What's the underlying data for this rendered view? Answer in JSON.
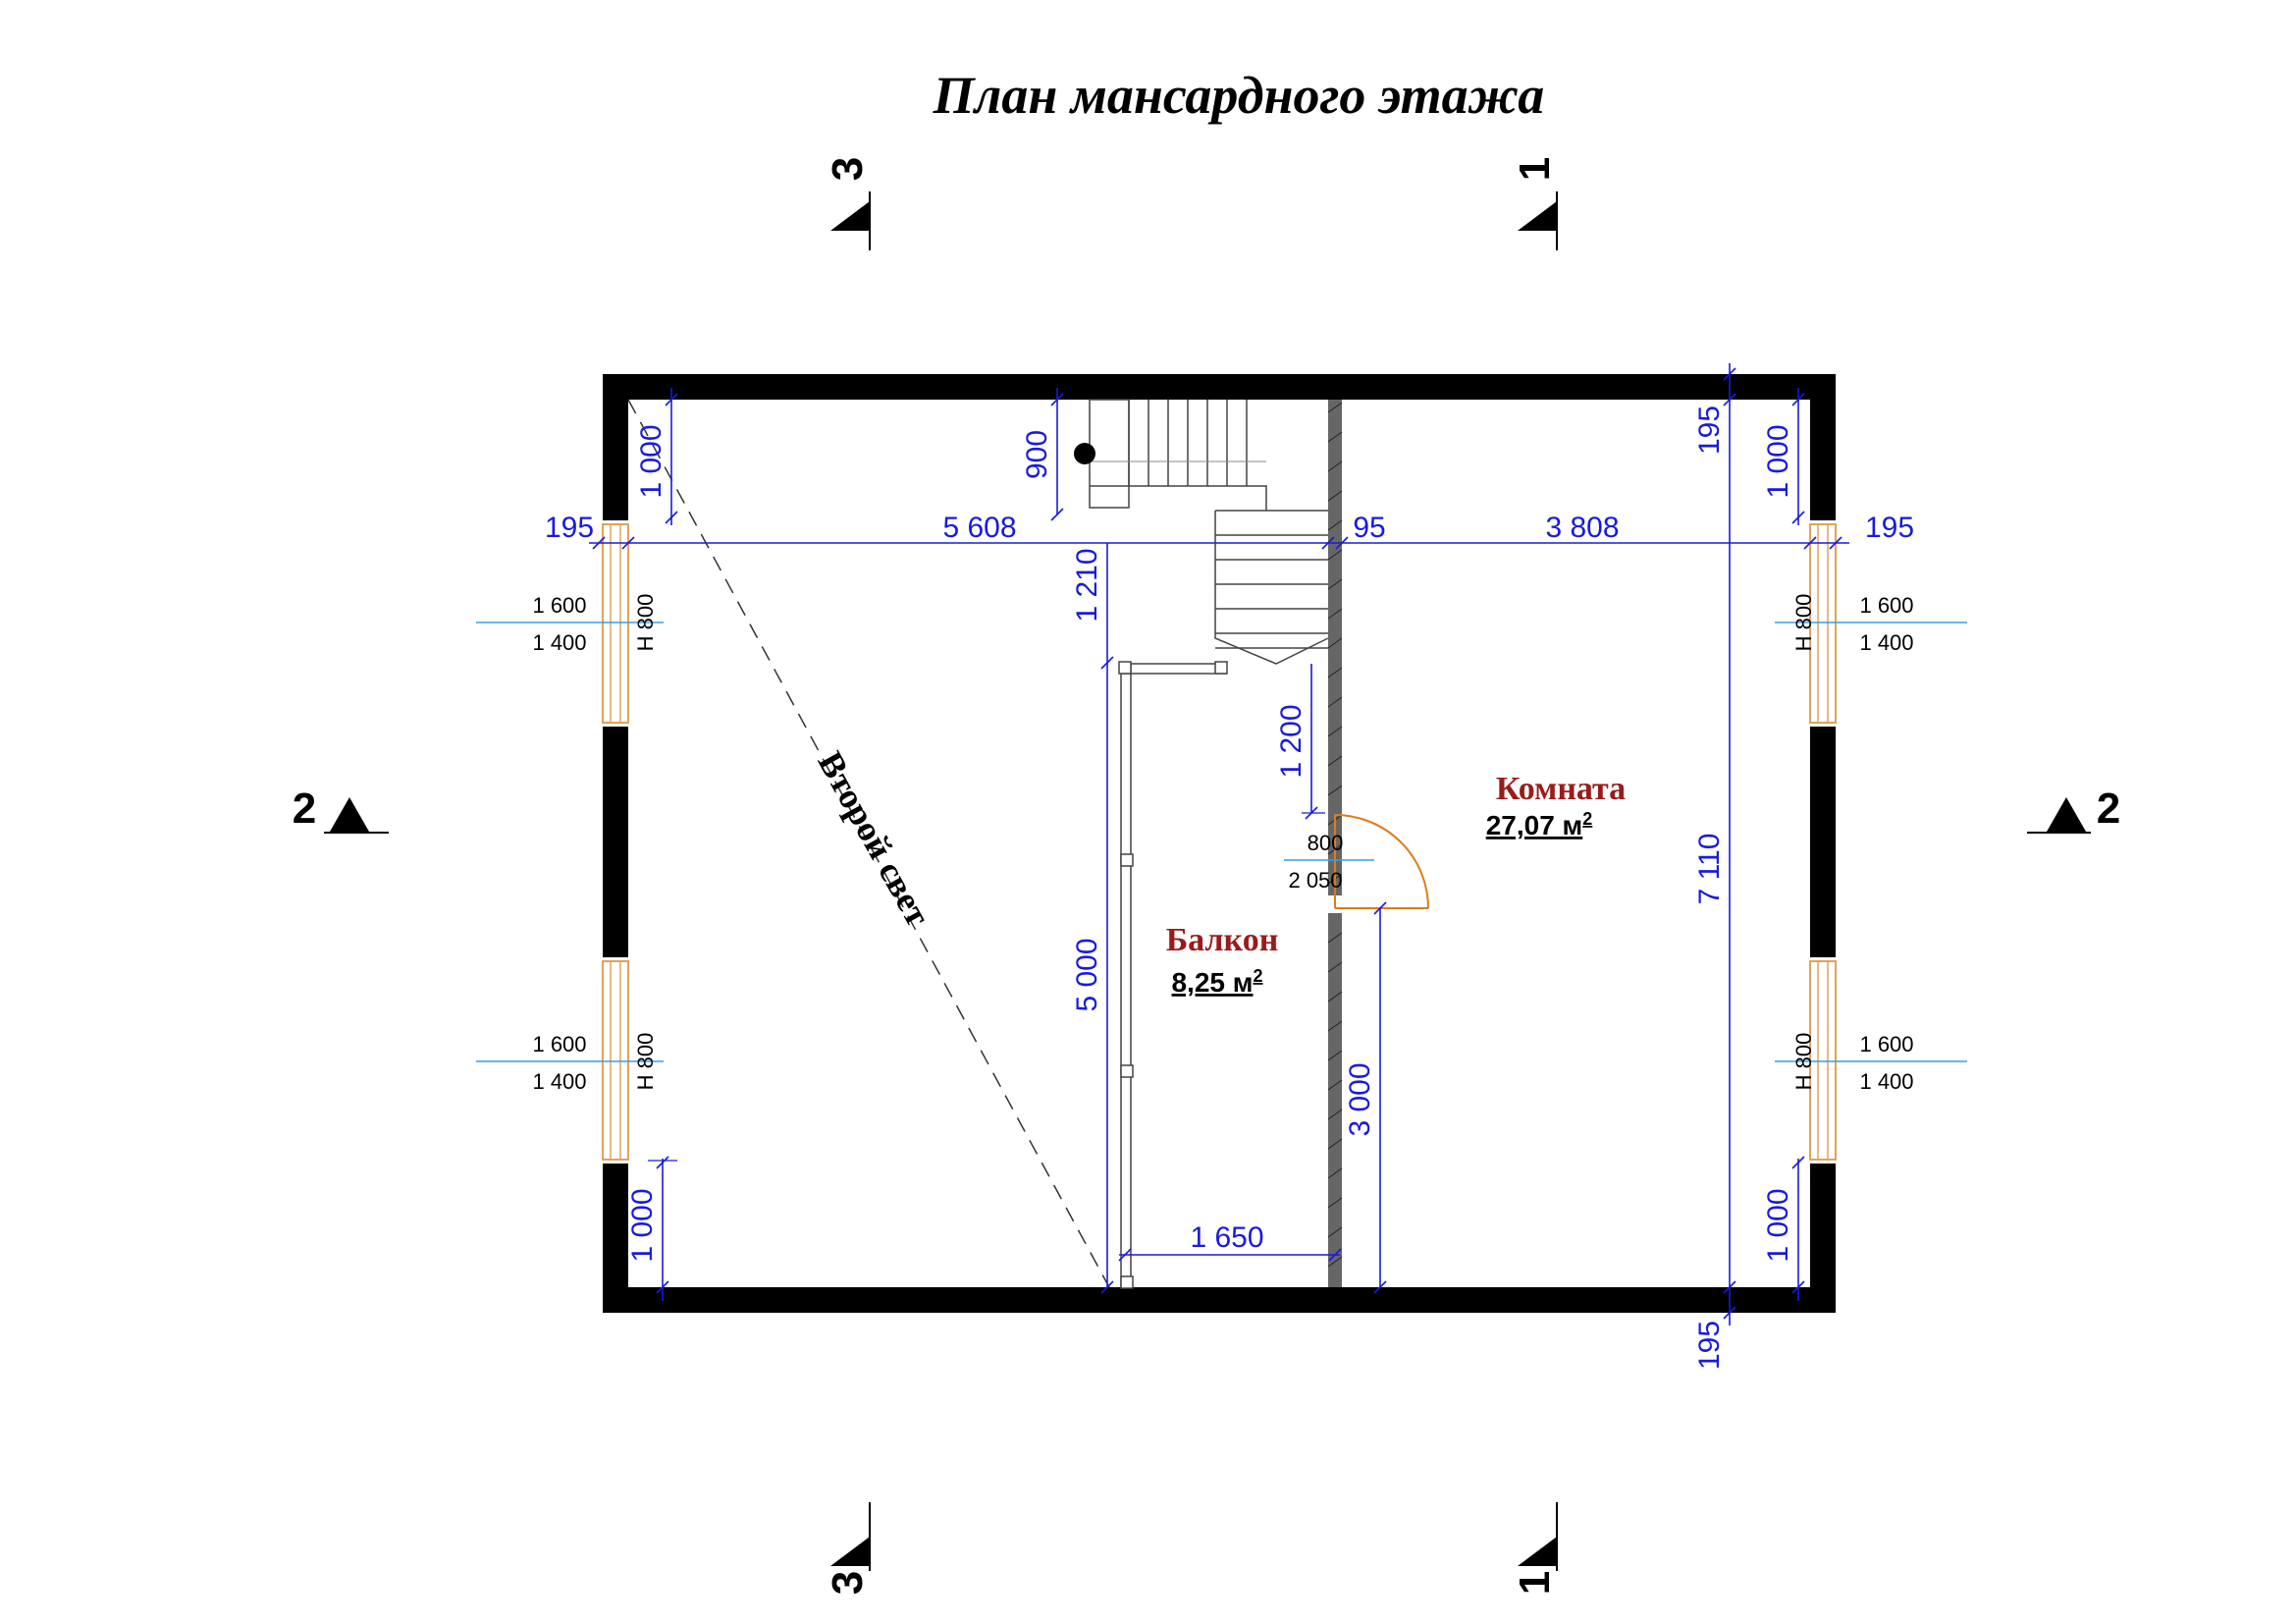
{
  "title": "План мансардного этажа",
  "section_marks": {
    "s1_top": "1",
    "s1_bottom": "1",
    "s2_left": "2",
    "s2_right": "2",
    "s3_top": "3",
    "s3_bottom": "3"
  },
  "rooms": {
    "room": {
      "name": "Комната",
      "area": "27,07 м",
      "unit_sup": "2"
    },
    "balcony": {
      "name": "Балкон",
      "area": "8,25 м",
      "unit_sup": "2"
    }
  },
  "second_light": "Второй свет",
  "dimensions": {
    "wall_left": "195",
    "wall_right": "195",
    "wall_top": "195",
    "wall_bottom": "195",
    "span_left": "5 608",
    "partition": "95",
    "span_right": "3 808",
    "left_top_1000": "1 000",
    "left_bottom_1000": "1 000",
    "right_top_1000": "1 000",
    "right_bottom_1000": "1 000",
    "stair_900": "900",
    "stair_1210": "1 210",
    "balcony_5000": "5 000",
    "balcony_1650": "1 650",
    "door_1200": "1 200",
    "door_3000": "3 000",
    "total_7110": "7 110"
  },
  "windows": {
    "top_w": "1 600",
    "bottom_w": "1 400",
    "sill": "Н 800"
  },
  "door": {
    "width": "800",
    "height": "2 050"
  },
  "colors": {
    "wall": "#000000",
    "dimension": "#1a1adc",
    "room_label": "#9b1b1b",
    "window_frame": "#e0a35a",
    "cut_line": "#3a9ee0",
    "door_swing": "#e07a1a"
  }
}
